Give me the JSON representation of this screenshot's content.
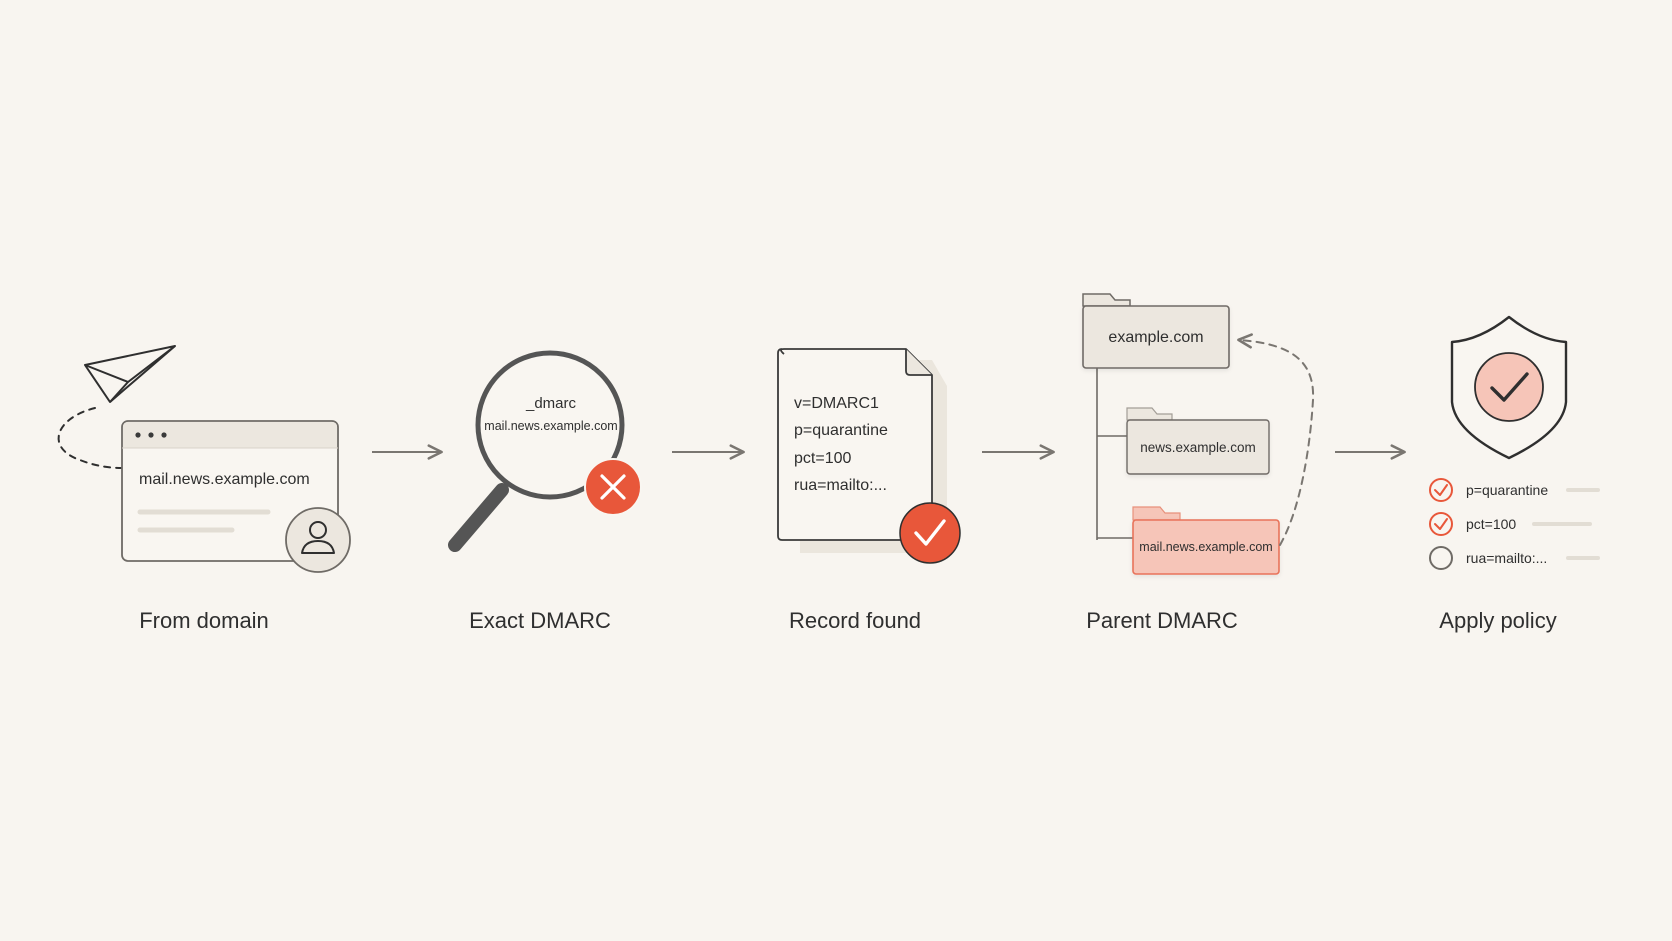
{
  "colors": {
    "background": "#f8f5f0",
    "ink": "#2f2f2f",
    "accent": "#e8573a",
    "accent_soft": "#f6c5b8",
    "panel": "#ece7df",
    "panel_border": "#6f6b66",
    "arrow": "#7a7671"
  },
  "steps": [
    {
      "label": "From domain"
    },
    {
      "label": "Exact DMARC"
    },
    {
      "label": "Record found"
    },
    {
      "label": "Parent DMARC"
    },
    {
      "label": "Apply policy"
    }
  ],
  "from_domain": {
    "window_domain": "mail.news.example.com",
    "icons": [
      "paper-plane-icon",
      "browser-window-icon",
      "user-icon"
    ]
  },
  "exact_dmarc": {
    "query_prefix": "_dmarc",
    "query_domain": "mail.news.example.com",
    "status": "not-found",
    "icons": [
      "magnifier-icon",
      "x-circle-icon"
    ]
  },
  "record_found": {
    "lines": [
      "v=DMARC1",
      "p=quarantine",
      "pct=100",
      "rua=mailto:..."
    ],
    "status": "found",
    "icons": [
      "document-icon",
      "check-circle-icon"
    ]
  },
  "parent_dmarc": {
    "folders": [
      {
        "name": "example.com",
        "level": 0
      },
      {
        "name": "news.example.com",
        "level": 1
      },
      {
        "name": "mail.news.example.com",
        "level": 1,
        "highlighted": true
      }
    ],
    "icons": [
      "folder-icon",
      "dashed-return-arrow"
    ]
  },
  "apply_policy": {
    "items": [
      {
        "text": "p=quarantine",
        "checked": true
      },
      {
        "text": "pct=100",
        "checked": true
      },
      {
        "text": "rua=mailto:...",
        "checked": false
      }
    ],
    "icons": [
      "shield-check-icon"
    ]
  }
}
